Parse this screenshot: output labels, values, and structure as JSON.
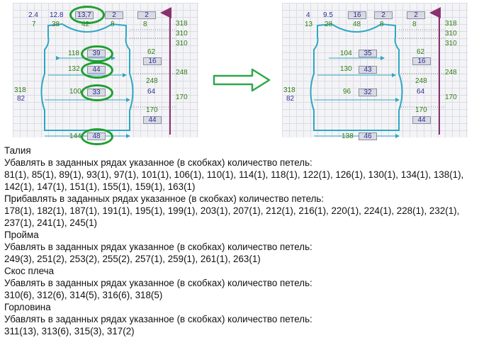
{
  "left_panel": {
    "top_labels": [
      "2.4",
      "12.8",
      "13,7",
      "2",
      "2"
    ],
    "second_labels": [
      "7",
      "38",
      "42",
      "8",
      "8"
    ],
    "right_labels": [
      "318",
      "310",
      "310",
      "248",
      "170"
    ],
    "inner_labels": [
      "118",
      "39",
      "132",
      "44",
      "100",
      "33",
      "62",
      "16",
      "248",
      "64",
      "170",
      "44"
    ],
    "side_labels": [
      "318",
      "82"
    ],
    "bottom_labels": [
      "144",
      "48"
    ]
  },
  "right_panel": {
    "top_labels": [
      "4",
      "9.5",
      "16",
      "2",
      "2"
    ],
    "second_labels": [
      "13",
      "28",
      "48",
      "8",
      "8"
    ],
    "right_labels": [
      "318",
      "310",
      "310",
      "248",
      "170"
    ],
    "inner_labels": [
      "104",
      "35",
      "130",
      "43",
      "96",
      "32",
      "62",
      "16",
      "248",
      "64",
      "170",
      "44"
    ],
    "side_labels": [
      "318",
      "82"
    ],
    "bottom_labels": [
      "138",
      "46"
    ]
  },
  "sections": [
    {
      "title": "Талия",
      "lines": [
        "Убавлять в заданных рядах указанное (в скобках) количество петель:",
        "81(1), 85(1), 89(1), 93(1), 97(1), 101(1), 106(1), 110(1), 114(1), 118(1), 122(1), 126(1), 130(1), 134(1), 138(1),",
        "142(1), 147(1), 151(1), 155(1), 159(1), 163(1)",
        "Прибавлять в заданных рядах указанное (в скобках) количество петель:",
        "178(1), 182(1), 187(1), 191(1), 195(1), 199(1), 203(1), 207(1), 212(1), 216(1), 220(1), 224(1), 228(1), 232(1),",
        "237(1), 241(1), 245(1)"
      ]
    },
    {
      "title": "Пройма",
      "lines": [
        "Убавлять в заданных рядах указанное (в скобках) количество петель:",
        "249(3), 251(2), 253(2), 255(2), 257(1), 259(1), 261(1), 263(1)"
      ]
    },
    {
      "title": "Скос плеча",
      "lines": [
        "Убавлять в заданных рядах указанное (в скобках) количество петель:",
        "310(6), 312(6), 314(5), 316(6), 318(5)"
      ]
    },
    {
      "title": "Горловина",
      "lines": [
        "Убавлять в заданных рядах указанное (в скобках) количество петель:",
        "311(13), 313(6), 315(3), 317(2)"
      ]
    }
  ],
  "colors": {
    "outline": "#2ea7c4",
    "green_text": "#2f7d12",
    "blue_text": "#2d2f9a",
    "highlight_ring": "#1f9f2f",
    "height_arrow": "#8b2f6e"
  }
}
